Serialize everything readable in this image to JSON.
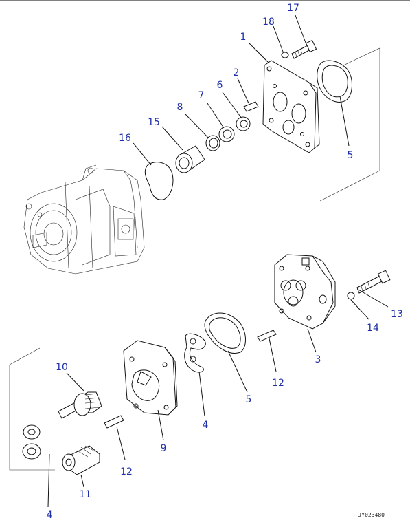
{
  "diagram": {
    "callouts": {
      "c1": "1",
      "c2": "2",
      "c3": "3",
      "c4a": "4",
      "c4b": "4",
      "c5a": "5",
      "c5b": "5",
      "c6": "6",
      "c7": "7",
      "c8": "8",
      "c9": "9",
      "c10": "10",
      "c11": "11",
      "c12a": "12",
      "c12b": "12",
      "c13": "13",
      "c14": "14",
      "c15": "15",
      "c16": "16",
      "c17": "17",
      "c18": "18"
    },
    "drawing_code": "JY023480",
    "callout_color": "#1f2fa8"
  }
}
